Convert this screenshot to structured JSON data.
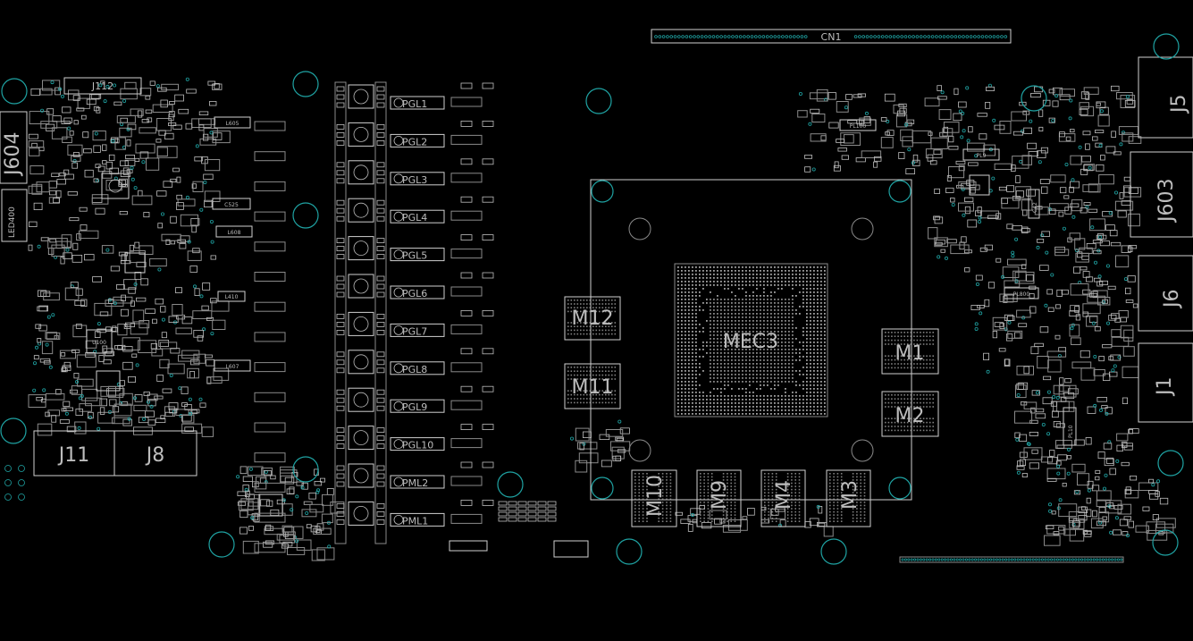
{
  "connectors": {
    "top_edge": "CN1",
    "left": [
      "J604",
      "J112",
      "LED400",
      "J11",
      "J8"
    ],
    "right": [
      "J5",
      "J603",
      "J6",
      "J1"
    ]
  },
  "main_chip": "MEC3",
  "memory": [
    "M12",
    "M11",
    "M1",
    "M2",
    "M10",
    "M9",
    "M4",
    "M3"
  ],
  "power_stage_labels": [
    "PGL1",
    "PGL2",
    "PGL3",
    "PGL4",
    "PGL5",
    "PGL6",
    "PGL7",
    "PGL8",
    "PGL9",
    "PGL10",
    "PML2",
    "PML1"
  ],
  "inductor_labels": [
    "PL9",
    "PL100",
    "PL800",
    "PL10",
    "L605",
    "L608",
    "L607",
    "L410",
    "C525",
    "U100",
    "C42"
  ],
  "colors": {
    "background": "#000000",
    "silkscreen": "#cfcfcf",
    "holes": "#1fa3a3"
  }
}
